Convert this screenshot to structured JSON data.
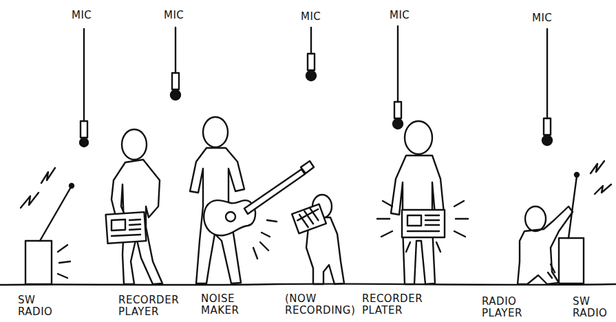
{
  "diagram": {
    "labels": [
      "MIC",
      "MIC",
      "MIC",
      "MIC",
      "MIC",
      "SW RADIO",
      "RECORDER PLAYER",
      "NOISE MAKER",
      "(NOW RECORDING)",
      "RECORDER PLATER",
      "RADIO PLAYER",
      "SW RADIO"
    ]
  }
}
